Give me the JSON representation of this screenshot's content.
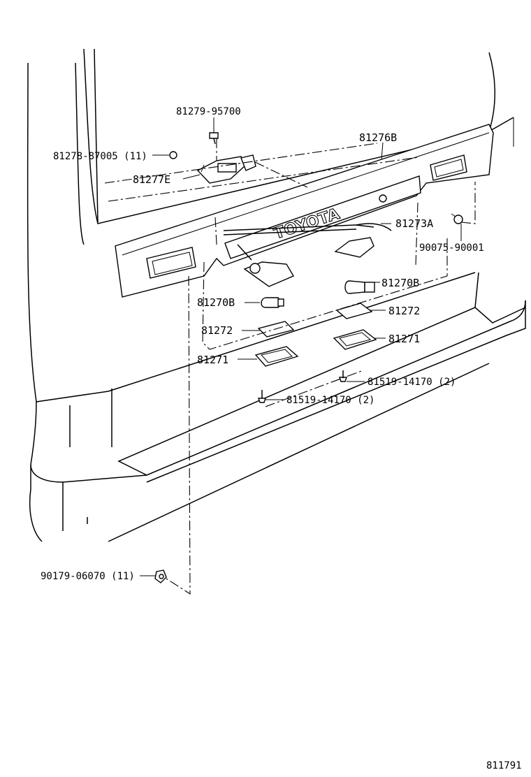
{
  "labels": {
    "p81279_95700": "81279-95700",
    "p81278_87005": "81278-87005 (11)",
    "p81277E": "81277E",
    "p81276B": "81276B",
    "p81273A": "81273A",
    "p90075_90001": "90075-90001",
    "p81270B_right": "81270B",
    "p81270B_left": "81270B",
    "p81272_right": "81272",
    "p81272_left": "81272",
    "p81271_right": "81271",
    "p81271_left": "81271",
    "p81519_right": "81519-14170 (2)",
    "p81519_left": "81519-14170 (2)",
    "p90179_06070": "90179-06070 (11)",
    "emblem": "TOYOTA",
    "figure_code": "811791"
  }
}
